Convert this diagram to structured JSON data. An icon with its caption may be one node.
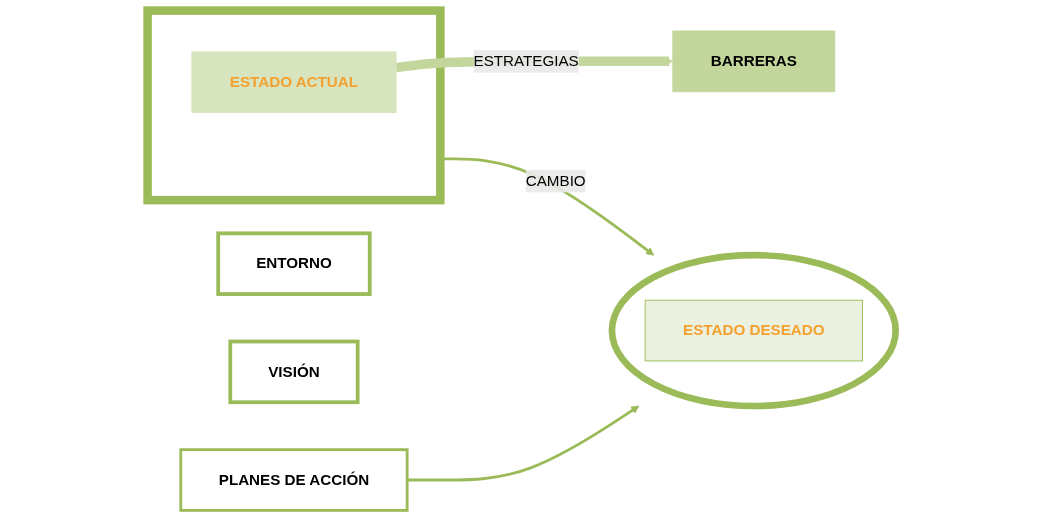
{
  "diagram": {
    "nodes": [
      {
        "text": [
          "ENTORNO"
        ]
      },
      {
        "text": [
          "VISIÓN"
        ]
      },
      {
        "text": [],
        "shape": "box"
      },
      {
        "text": [
          "ESTADO ACTUAL"
        ],
        "in": 2
      },
      {
        "text": [
          "BARRERAS"
        ]
      },
      {
        "text": [],
        "shape": "ellipse"
      },
      {
        "text": [
          "ESTADO DESEADO"
        ],
        "in": 5
      },
      {
        "text": [
          "PLANES DE ACCIÓN"
        ]
      }
    ],
    "edges": [
      {
        "from": 3,
        "to": 4,
        "arrow": "to",
        "label": "ESTRATEGIAS",
        "style": "thick",
        "color": "#c3d69b"
      },
      {
        "from": 2,
        "to": 5,
        "arrow": "to",
        "label": "CAMBIO"
      },
      {
        "from": 7,
        "to": 5,
        "arrow": "to"
      }
    ]
  }
}
